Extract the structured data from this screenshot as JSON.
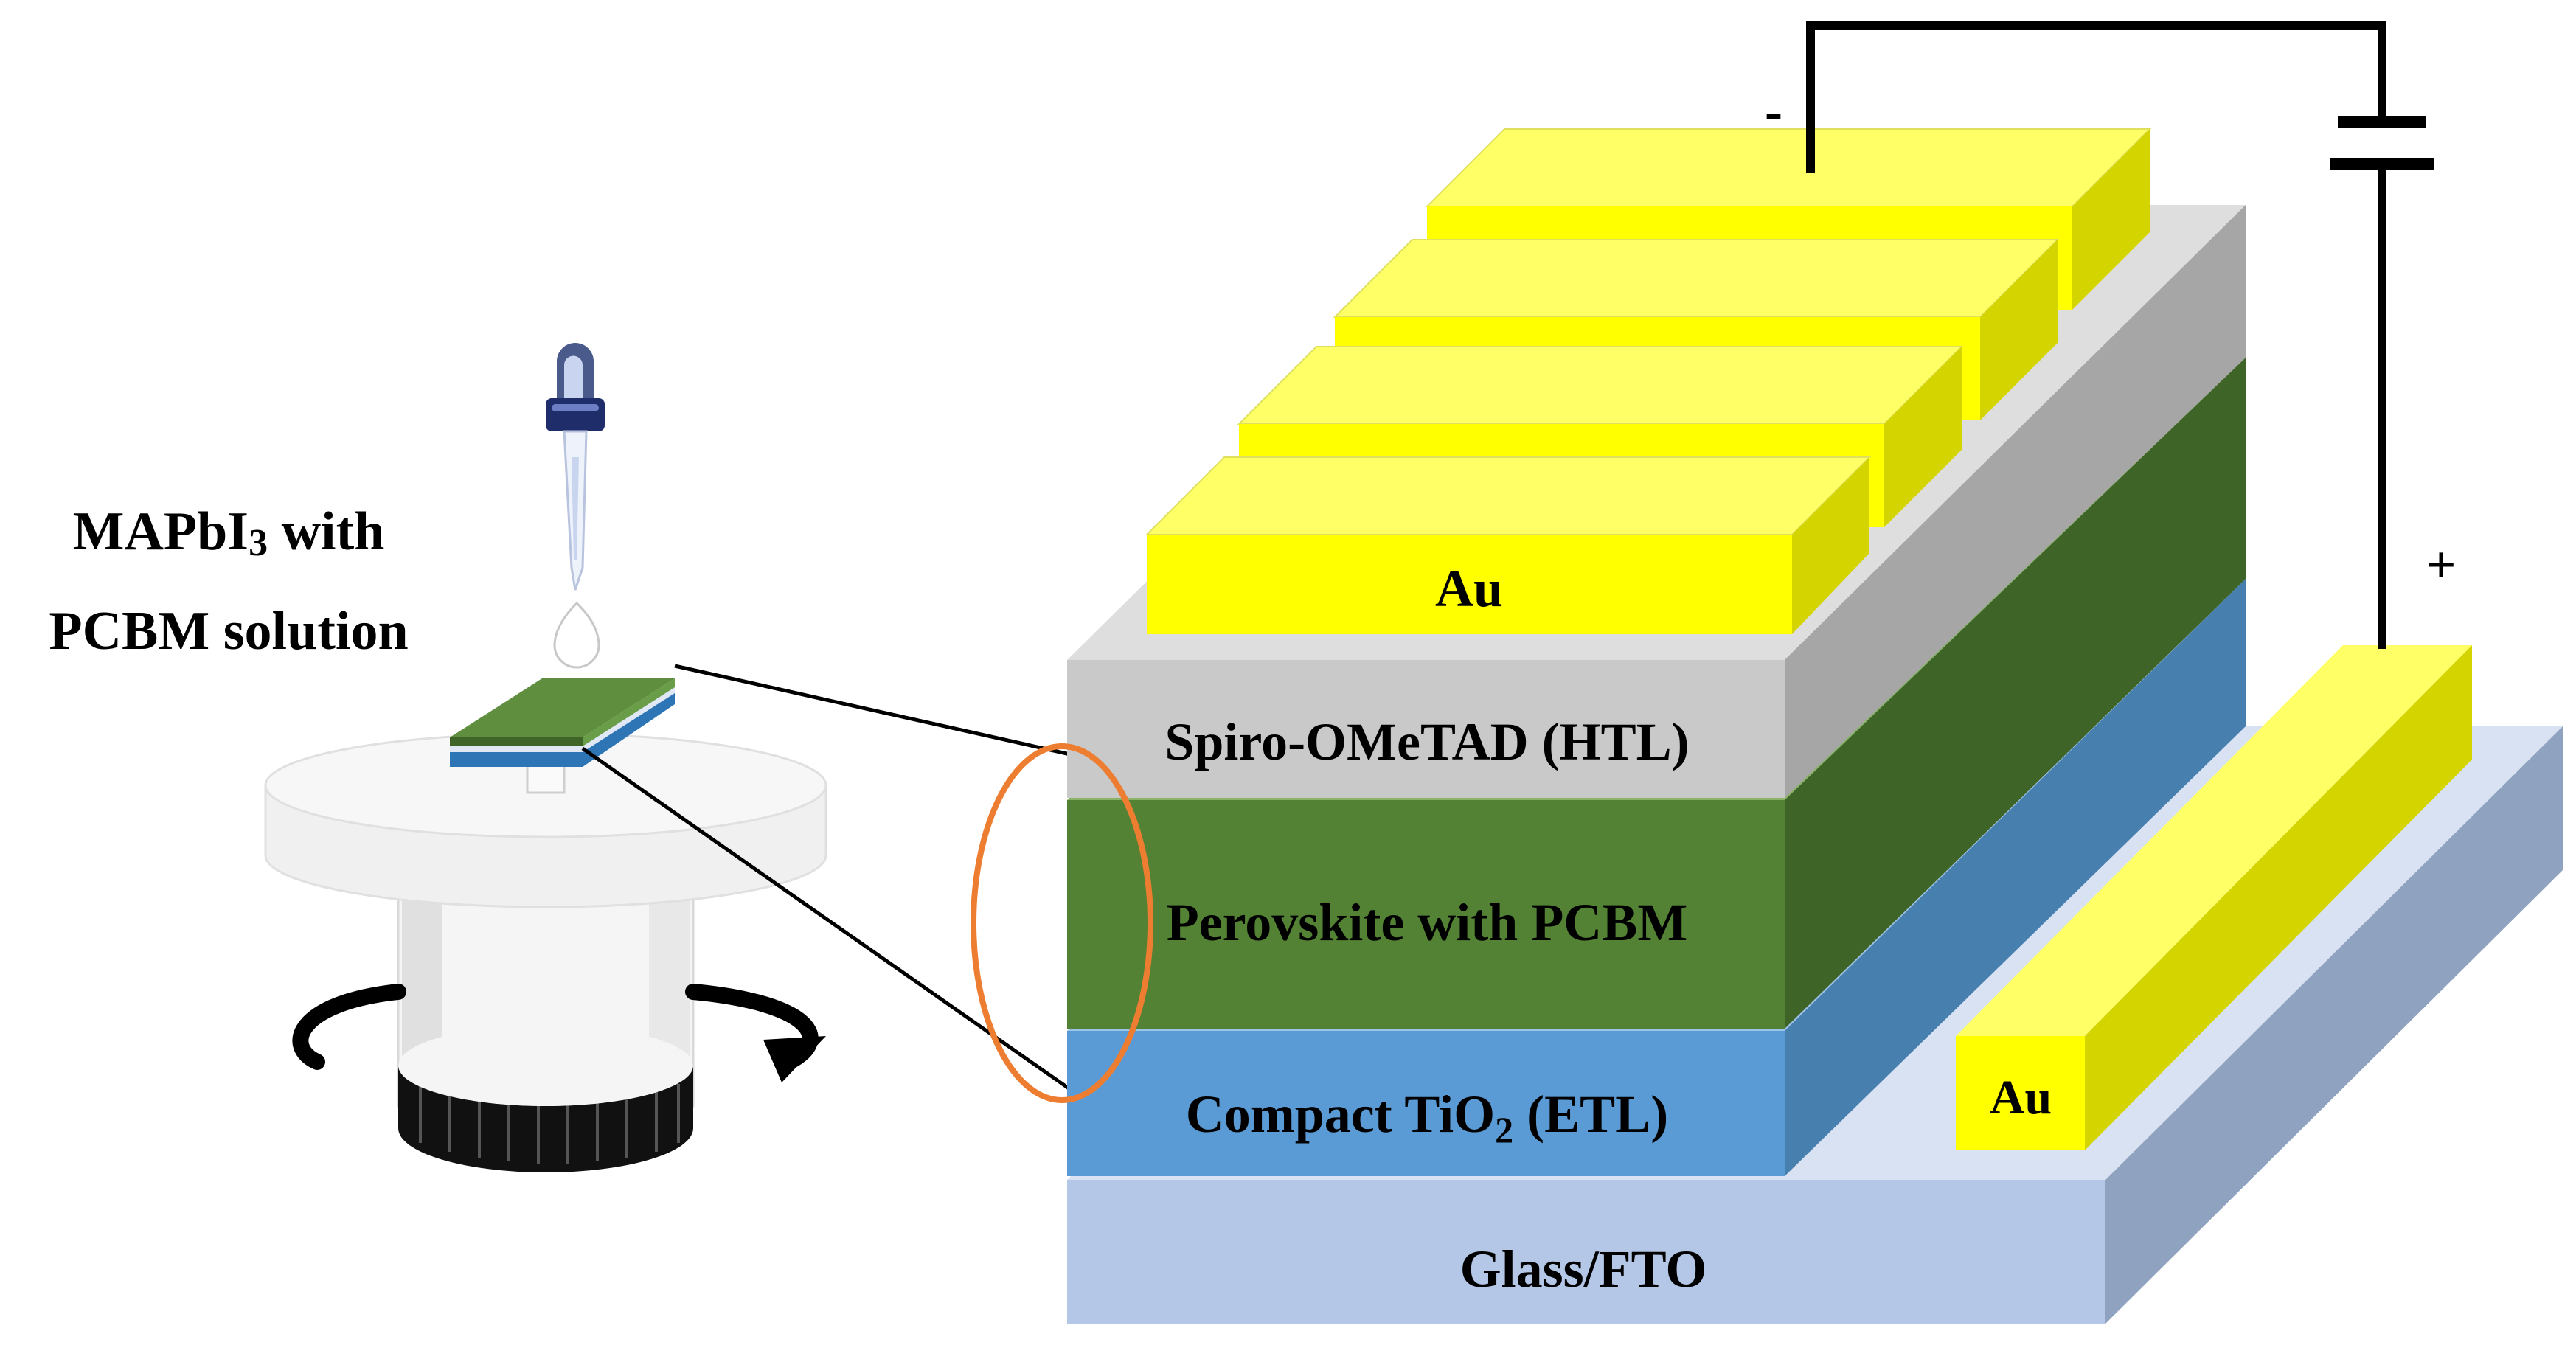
{
  "solution_label": {
    "line1_main": "MAPbI",
    "line1_sub": "3",
    "line1_tail": " with",
    "line2": "PCBM solution"
  },
  "layers": {
    "glass": "Glass/FTO",
    "etl_main": "Compact TiO",
    "etl_sub": "2",
    "etl_tail": " (ETL)",
    "perovskite": "Perovskite with PCBM",
    "htl": "Spiro-OMeTAD (HTL)",
    "au_top": "Au",
    "au_side": "Au"
  },
  "circuit": {
    "negative": "-",
    "positive": "+"
  },
  "colors": {
    "glass_front": "#b4c7e7",
    "glass_top": "#d9e2f3",
    "glass_side": "#8fa2bf",
    "etl_front": "#5b9bd5",
    "etl_top": "#9dc3e6",
    "etl_side": "#477fae",
    "perovskite_front": "#548235",
    "perovskite_top": "#8ab368",
    "perovskite_side": "#3f6428",
    "htl_front": "#c9c9c9",
    "htl_top": "#dedede",
    "htl_side": "#a6a6a6",
    "gold_front": "#ffff00",
    "gold_top": "#ffff66",
    "gold_side": "#d4d400",
    "ellipse": "#ed7d31",
    "wire": "#000000"
  },
  "icons": [
    "dropper-icon",
    "droplet-icon",
    "spin-coater-icon",
    "rotation-arrow-icon",
    "substrate-icon",
    "battery-icon"
  ]
}
